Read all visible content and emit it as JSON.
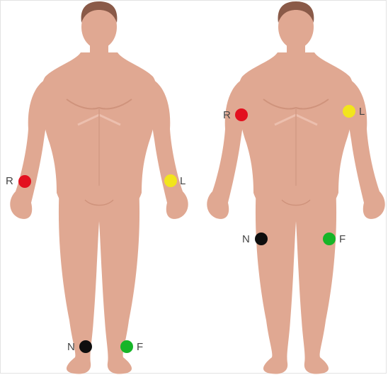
{
  "colors": {
    "skin": "#e0a892",
    "skin_shade": "#cf937c",
    "hair": "#8a5a48",
    "red": "#e3101f",
    "yellow": "#f2e51c",
    "black": "#0e0e0e",
    "green": "#16b528"
  },
  "figures": [
    {
      "placement": "limb-distal",
      "electrodes": [
        {
          "label": "R",
          "color": "red"
        },
        {
          "label": "L",
          "color": "yellow"
        },
        {
          "label": "N",
          "color": "black"
        },
        {
          "label": "F",
          "color": "green"
        }
      ]
    },
    {
      "placement": "torso-proximal",
      "electrodes": [
        {
          "label": "R",
          "color": "red"
        },
        {
          "label": "L",
          "color": "yellow"
        },
        {
          "label": "N",
          "color": "black"
        },
        {
          "label": "F",
          "color": "green"
        }
      ]
    }
  ]
}
